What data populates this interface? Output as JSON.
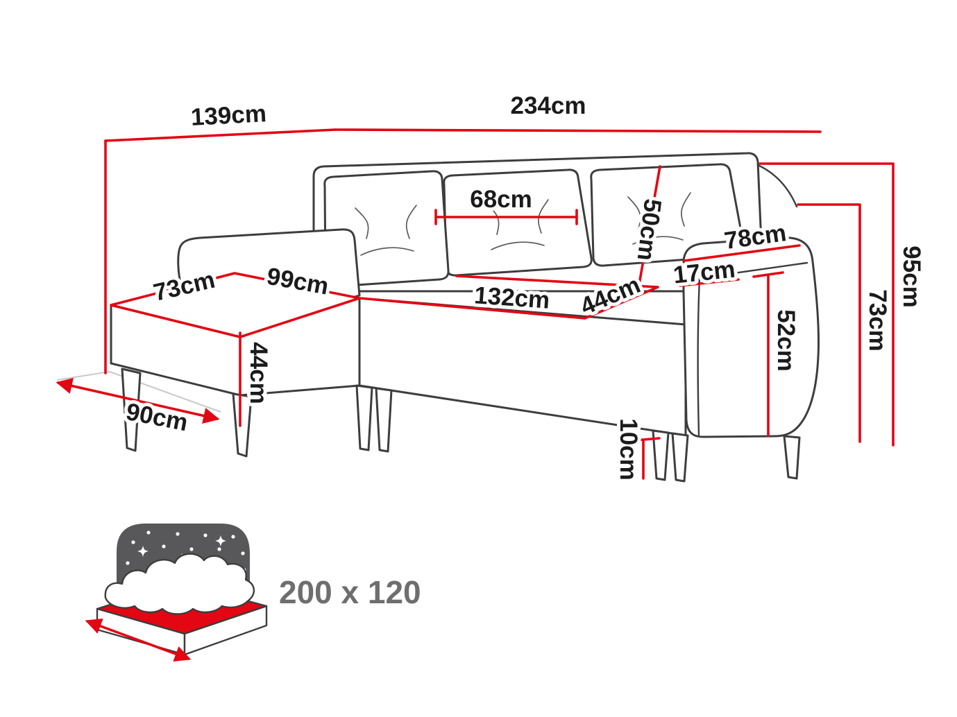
{
  "diagram": {
    "dimensions": {
      "depth_total": "139cm",
      "width_total": "234cm",
      "back_cushion_width": "68cm",
      "back_cushion_height": "50cm",
      "armrest_length": "78cm",
      "armrest_width": "17cm",
      "chaise_seat_width": "73cm",
      "chaise_seat_length": "99cm",
      "seat_width": "132cm",
      "seat_depth": "44cm",
      "chaise_height": "44cm",
      "seat_height": "52cm",
      "armrest_height": "73cm",
      "total_height": "95cm",
      "chaise_depth": "90cm",
      "leg_height": "10cm"
    },
    "sleeping_area": {
      "icon": "sofa-bed-night-icon",
      "label": "200 x 120"
    },
    "colors": {
      "dimension_red": "#e30613",
      "outline_gray": "#3d3d3d",
      "icon_sky_gray": "#58585a",
      "label_gray": "#6e6e6e"
    }
  }
}
